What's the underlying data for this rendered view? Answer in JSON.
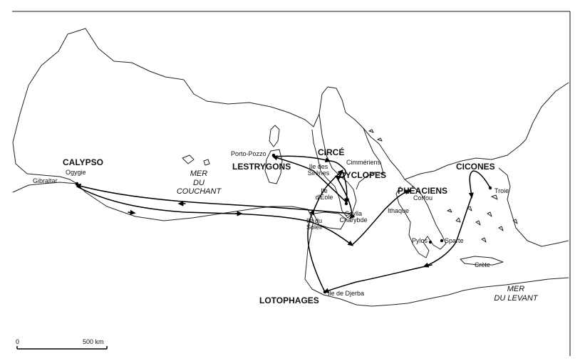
{
  "map": {
    "colors": {
      "coast": "#222222",
      "route": "#000000",
      "background": "#ffffff"
    },
    "peoples": [
      {
        "id": "calypso",
        "text": "CALYPSO"
      },
      {
        "id": "circe",
        "text": "CIRCÉ"
      },
      {
        "id": "lestrygons",
        "text": "LESTRYGONS"
      },
      {
        "id": "cyclopes",
        "text": "CYCLOPES"
      },
      {
        "id": "pheaciens",
        "text": "PHÉACIENS"
      },
      {
        "id": "cicones",
        "text": "CICONES"
      },
      {
        "id": "lotophages",
        "text": "LOTOPHAGES"
      }
    ],
    "places": [
      {
        "id": "ogygie",
        "text": "Ogygie"
      },
      {
        "id": "gibraltar",
        "text": "Gibraltar"
      },
      {
        "id": "porto-pozzo",
        "text": "Porto-Pozzo"
      },
      {
        "id": "cimmeriens",
        "text": "Cimmériens"
      },
      {
        "id": "ile-des-sirenes",
        "text": "Ile des Sirènes"
      },
      {
        "id": "ile-d-eole",
        "text": "Ile d'Éole"
      },
      {
        "id": "scylla-charybde",
        "text": "Scylla Charybde"
      },
      {
        "id": "ile-du-soleil",
        "text": "Ile du Soleil"
      },
      {
        "id": "corfou",
        "text": "Corfou"
      },
      {
        "id": "ithaque",
        "text": "Ithaque"
      },
      {
        "id": "pylos",
        "text": "Pylos"
      },
      {
        "id": "sparte",
        "text": "Sparte"
      },
      {
        "id": "troie",
        "text": "Troie"
      },
      {
        "id": "crete",
        "text": "Crète"
      },
      {
        "id": "ile-de-djerba",
        "text": "Ile de Djerba"
      }
    ],
    "seas": {
      "couchant": {
        "line1": "MER",
        "line2": "DU",
        "line3": "COUCHANT"
      },
      "levant": {
        "line1": "MER",
        "line2": "DU LEVANT"
      }
    },
    "scale": {
      "zero": "0",
      "distance": "500 km"
    }
  }
}
